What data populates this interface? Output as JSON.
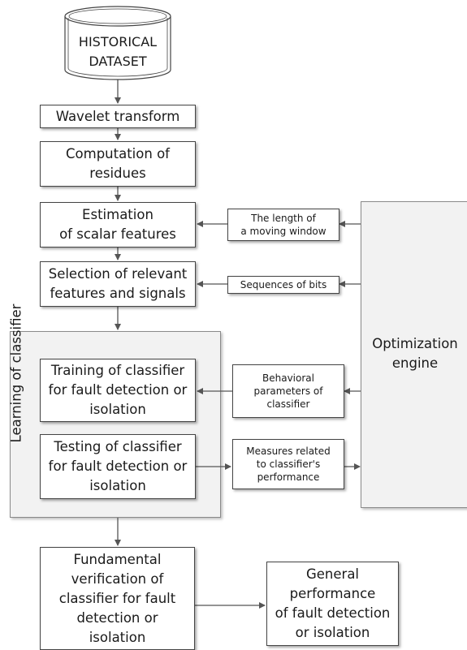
{
  "dataset": {
    "label": "HISTORICAL\nDATASET"
  },
  "steps": {
    "wavelet": "Wavelet transform",
    "residues": "Computation of\nresidues",
    "estimation": "Estimation\nof scalar features",
    "selection": "Selection of relevant\nfeatures and signals",
    "training": "Training of classifier\nfor fault detection or\nisolation",
    "testing": "Testing of classifier\nfor fault detection or\nisolation",
    "verification": "Fundamental\nverification of\nclassifier for fault\ndetection or\nisolation",
    "general": "General\nperformance\nof fault detection\nor isolation"
  },
  "learning_group": {
    "label": "Learning of classifier"
  },
  "optimization": {
    "label": "Optimization\nengine"
  },
  "parameters": {
    "window_length": "The length of\na moving window",
    "bit_sequences": "Sequences of bits",
    "behavioral": "Behavioral\nparameters of\nclassifier",
    "measures": "Measures related\nto classifier's\nperformance"
  },
  "colors": {
    "box_border": "#444444",
    "panel_fill": "#f2f2f2",
    "arrow": "#555555"
  }
}
